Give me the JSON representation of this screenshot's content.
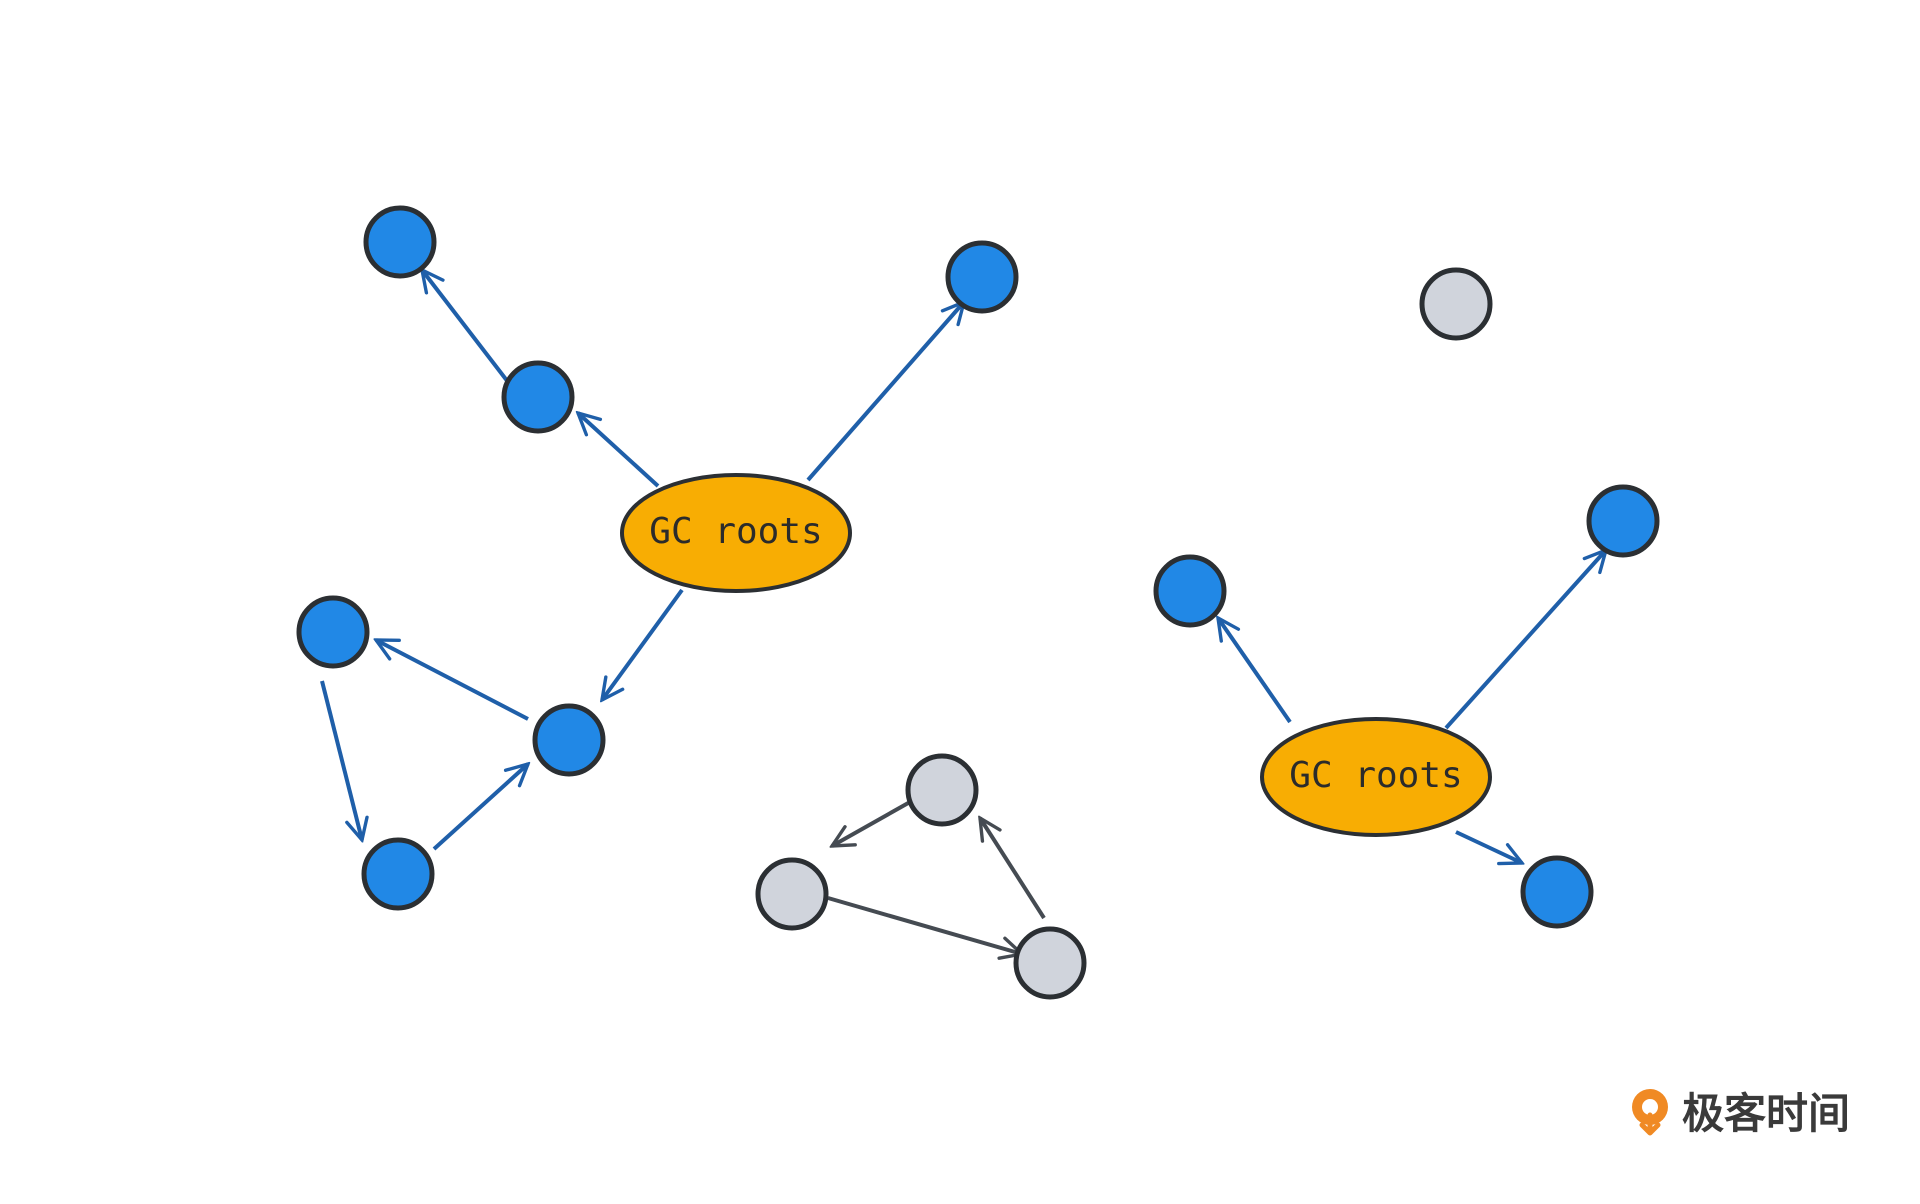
{
  "roots": [
    {
      "label": "GC roots"
    },
    {
      "label": "GC roots"
    }
  ],
  "colors": {
    "reachable": "#2188e6",
    "unreachable": "#d0d4dc",
    "root_fill": "#f8ad03",
    "stroke": "#2b2f33",
    "reachable_edge": "#1f5fa9",
    "unreachable_edge": "#454b52"
  },
  "brand": {
    "name": "极客时间",
    "icon": "geektime-logo-icon"
  }
}
